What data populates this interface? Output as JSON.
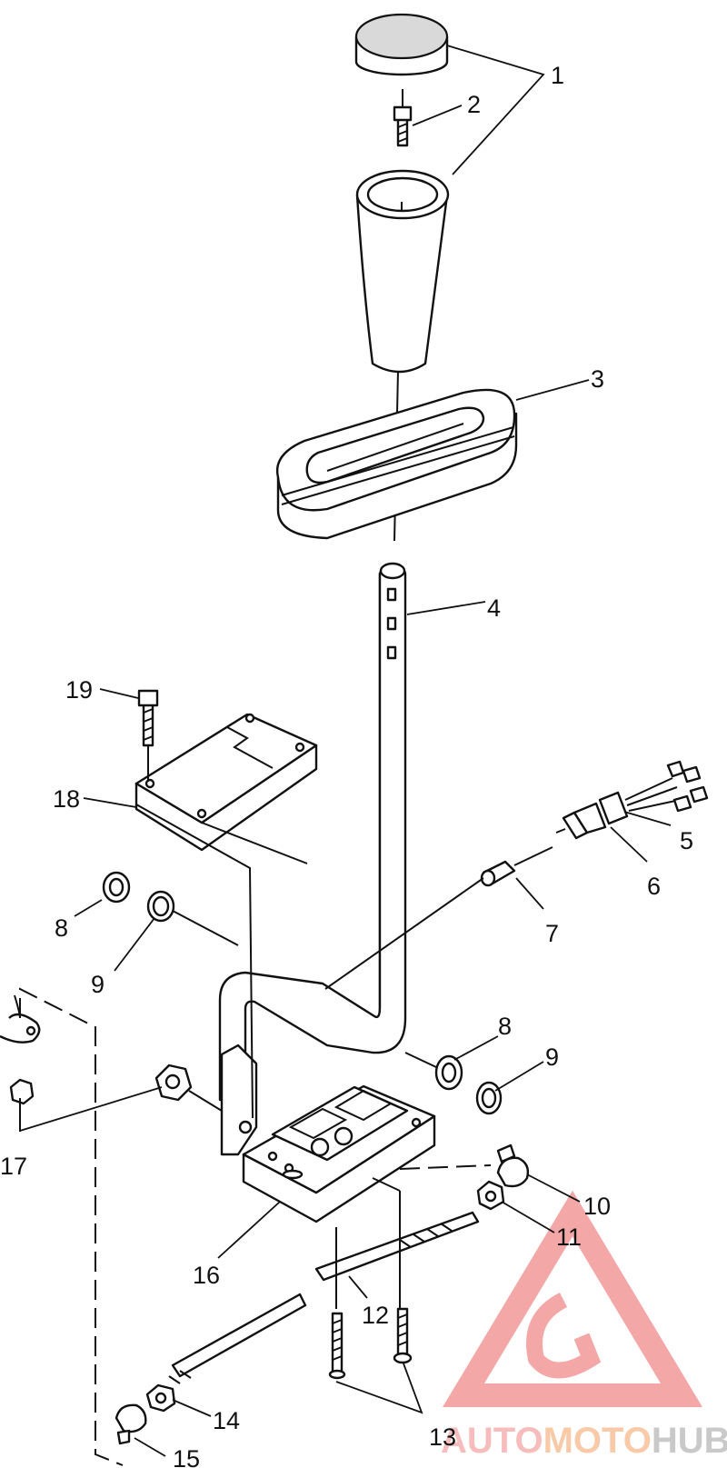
{
  "callouts": [
    "1",
    "2",
    "3",
    "4",
    "5",
    "6",
    "7",
    "8",
    "9",
    "8",
    "9",
    "10",
    "11",
    "12",
    "13",
    "14",
    "15",
    "16",
    "17",
    "18",
    "19"
  ],
  "watermark": {
    "part_a": "AUTO",
    "part_b": "MOTO",
    "part_c": "HUB",
    "colors": {
      "a": "#f5a7a7",
      "b": "#f7c8a0",
      "c": "#c9c9c9",
      "triangle": "#f08a8a"
    }
  }
}
